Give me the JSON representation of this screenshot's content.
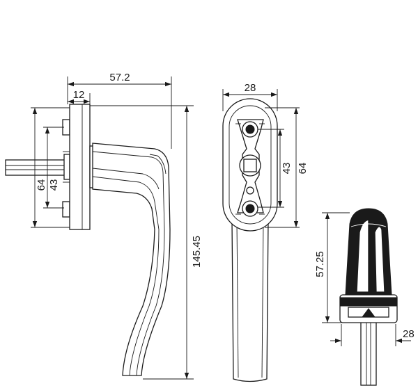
{
  "dimensions": {
    "side_total_width": "57.2",
    "side_plate_width": "12",
    "side_outer_height": "64",
    "side_inner_height": "43",
    "overall_height": "145.45",
    "front_width": "28",
    "front_inner_height": "43",
    "front_outer_height": "64",
    "knob_height": "57.25",
    "knob_spindle": "28"
  },
  "colors": {
    "line": "#1a1a1a",
    "background": "#ffffff"
  }
}
